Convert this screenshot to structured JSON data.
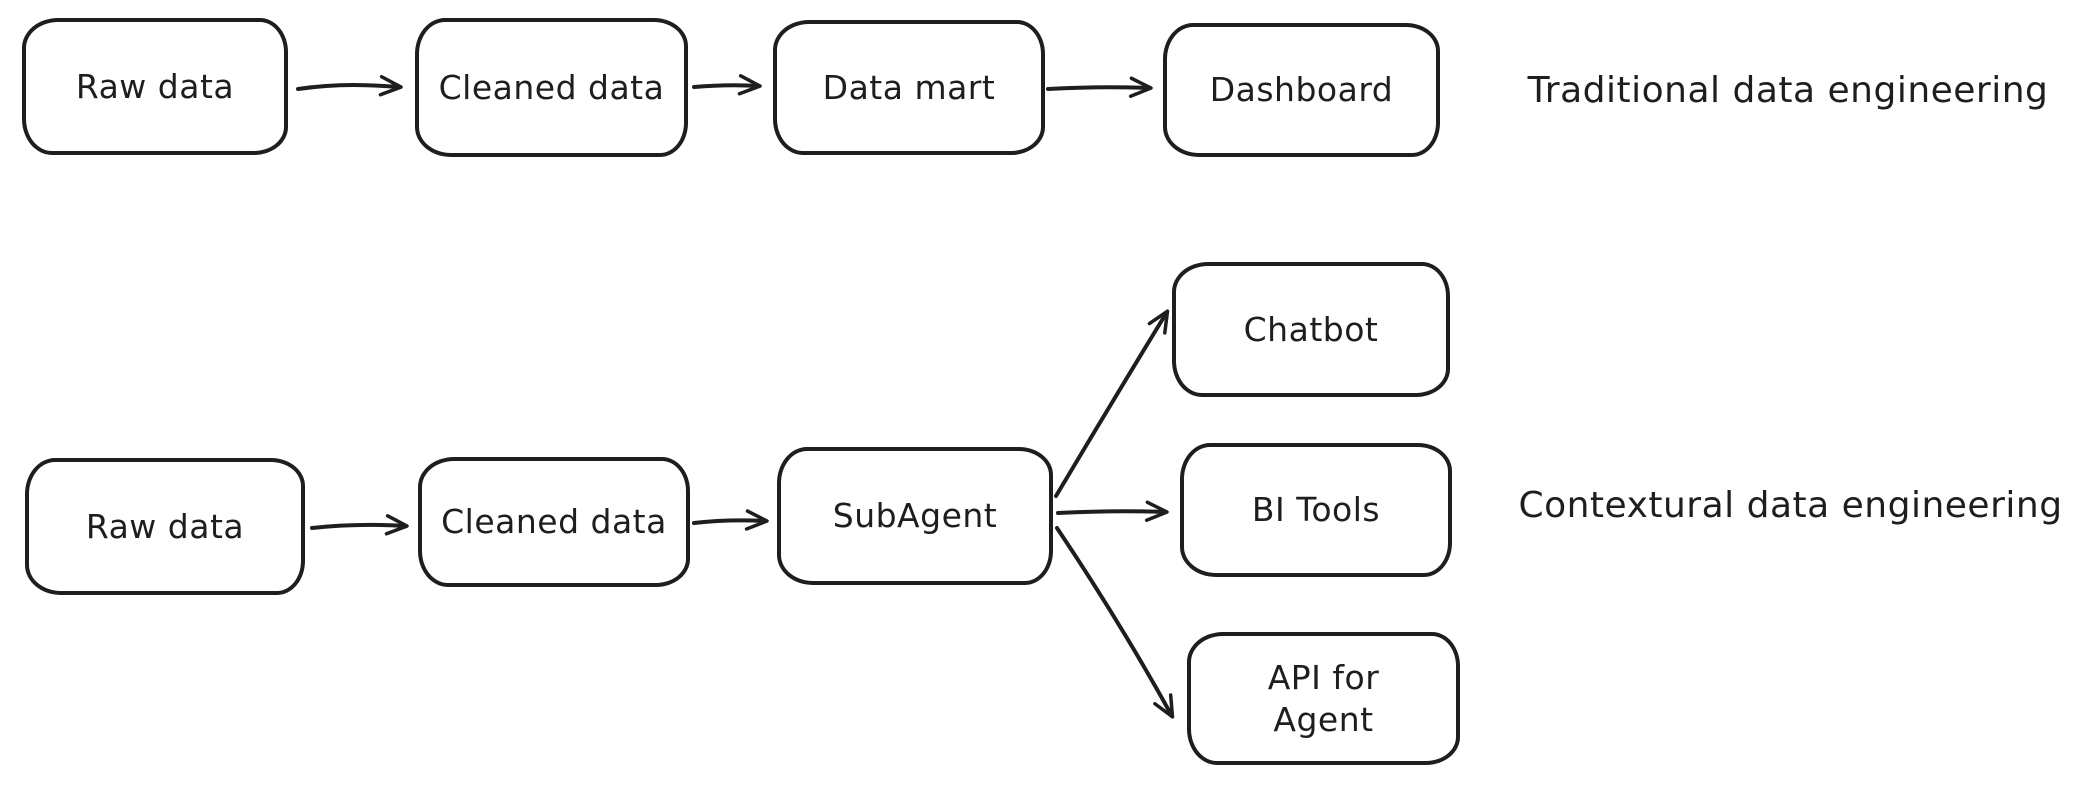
{
  "page": {
    "background_color": "#ffffff",
    "stroke_color": "#1e1e1e"
  },
  "diagrams": [
    {
      "name": "traditional-pipeline",
      "caption": "Traditional data engineering",
      "nodes": [
        {
          "id": "raw-data",
          "label": "Raw data"
        },
        {
          "id": "cleaned-data",
          "label": "Cleaned data"
        },
        {
          "id": "data-mart",
          "label": "Data mart"
        },
        {
          "id": "dashboard",
          "label": "Dashboard"
        }
      ],
      "edges": [
        {
          "from": "Raw data",
          "to": "Cleaned data"
        },
        {
          "from": "Cleaned data",
          "to": "Data mart"
        },
        {
          "from": "Data mart",
          "to": "Dashboard"
        }
      ]
    },
    {
      "name": "contextual-pipeline",
      "caption": "Contextural data engineering",
      "nodes": [
        {
          "id": "raw-data",
          "label": "Raw data"
        },
        {
          "id": "cleaned-data",
          "label": "Cleaned data"
        },
        {
          "id": "subagent",
          "label": "SubAgent"
        },
        {
          "id": "chatbot",
          "label": "Chatbot"
        },
        {
          "id": "bi-tools",
          "label": "BI Tools"
        },
        {
          "id": "api-for-agent",
          "label": "API for\nAgent"
        }
      ],
      "edges": [
        {
          "from": "Raw data",
          "to": "Cleaned data"
        },
        {
          "from": "Cleaned data",
          "to": "SubAgent"
        },
        {
          "from": "SubAgent",
          "to": "Chatbot"
        },
        {
          "from": "SubAgent",
          "to": "BI Tools"
        },
        {
          "from": "SubAgent",
          "to": "API for Agent"
        }
      ]
    }
  ]
}
